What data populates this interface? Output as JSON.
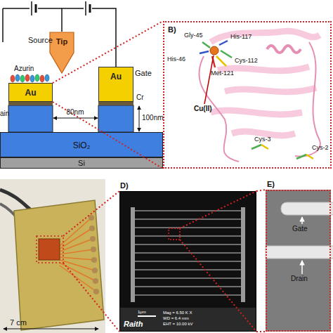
{
  "diagram": {
    "nodes": [
      {
        "text": [
          "Tip"
        ]
      },
      {
        "text": [
          "Au"
        ]
      },
      {
        "text": [
          "Au",
          "Gate"
        ]
      },
      {
        "text": [
          "SiO₂"
        ]
      },
      {
        "text": [
          "Si"
        ]
      },
      {
        "text": [
          "B)"
        ]
      },
      {
        "text": [
          "D)"
        ]
      },
      {
        "text": [
          "E)"
        ]
      }
    ],
    "edges": [
      {
        "from": 0,
        "to": 2,
        "arrow": "none"
      },
      {
        "from": 1,
        "to": 5,
        "arrow": "none"
      },
      {
        "from": 6,
        "to": 7,
        "arrow": "none"
      }
    ],
    "labels": [
      "Source",
      "Azurin",
      "ain",
      "80nm",
      "Cr",
      "100nm",
      "Gly-45",
      "His-117",
      "His-46",
      "Cys-112",
      "Met-121",
      "Cu(II)",
      "Cys-3",
      "Cys-2",
      "7 cm",
      "1μm",
      "Raith",
      "Mag = 6.50 K X",
      "WD = 6.4 mm",
      "EHT = 10.00 kV",
      "Gate",
      "Drain"
    ]
  }
}
